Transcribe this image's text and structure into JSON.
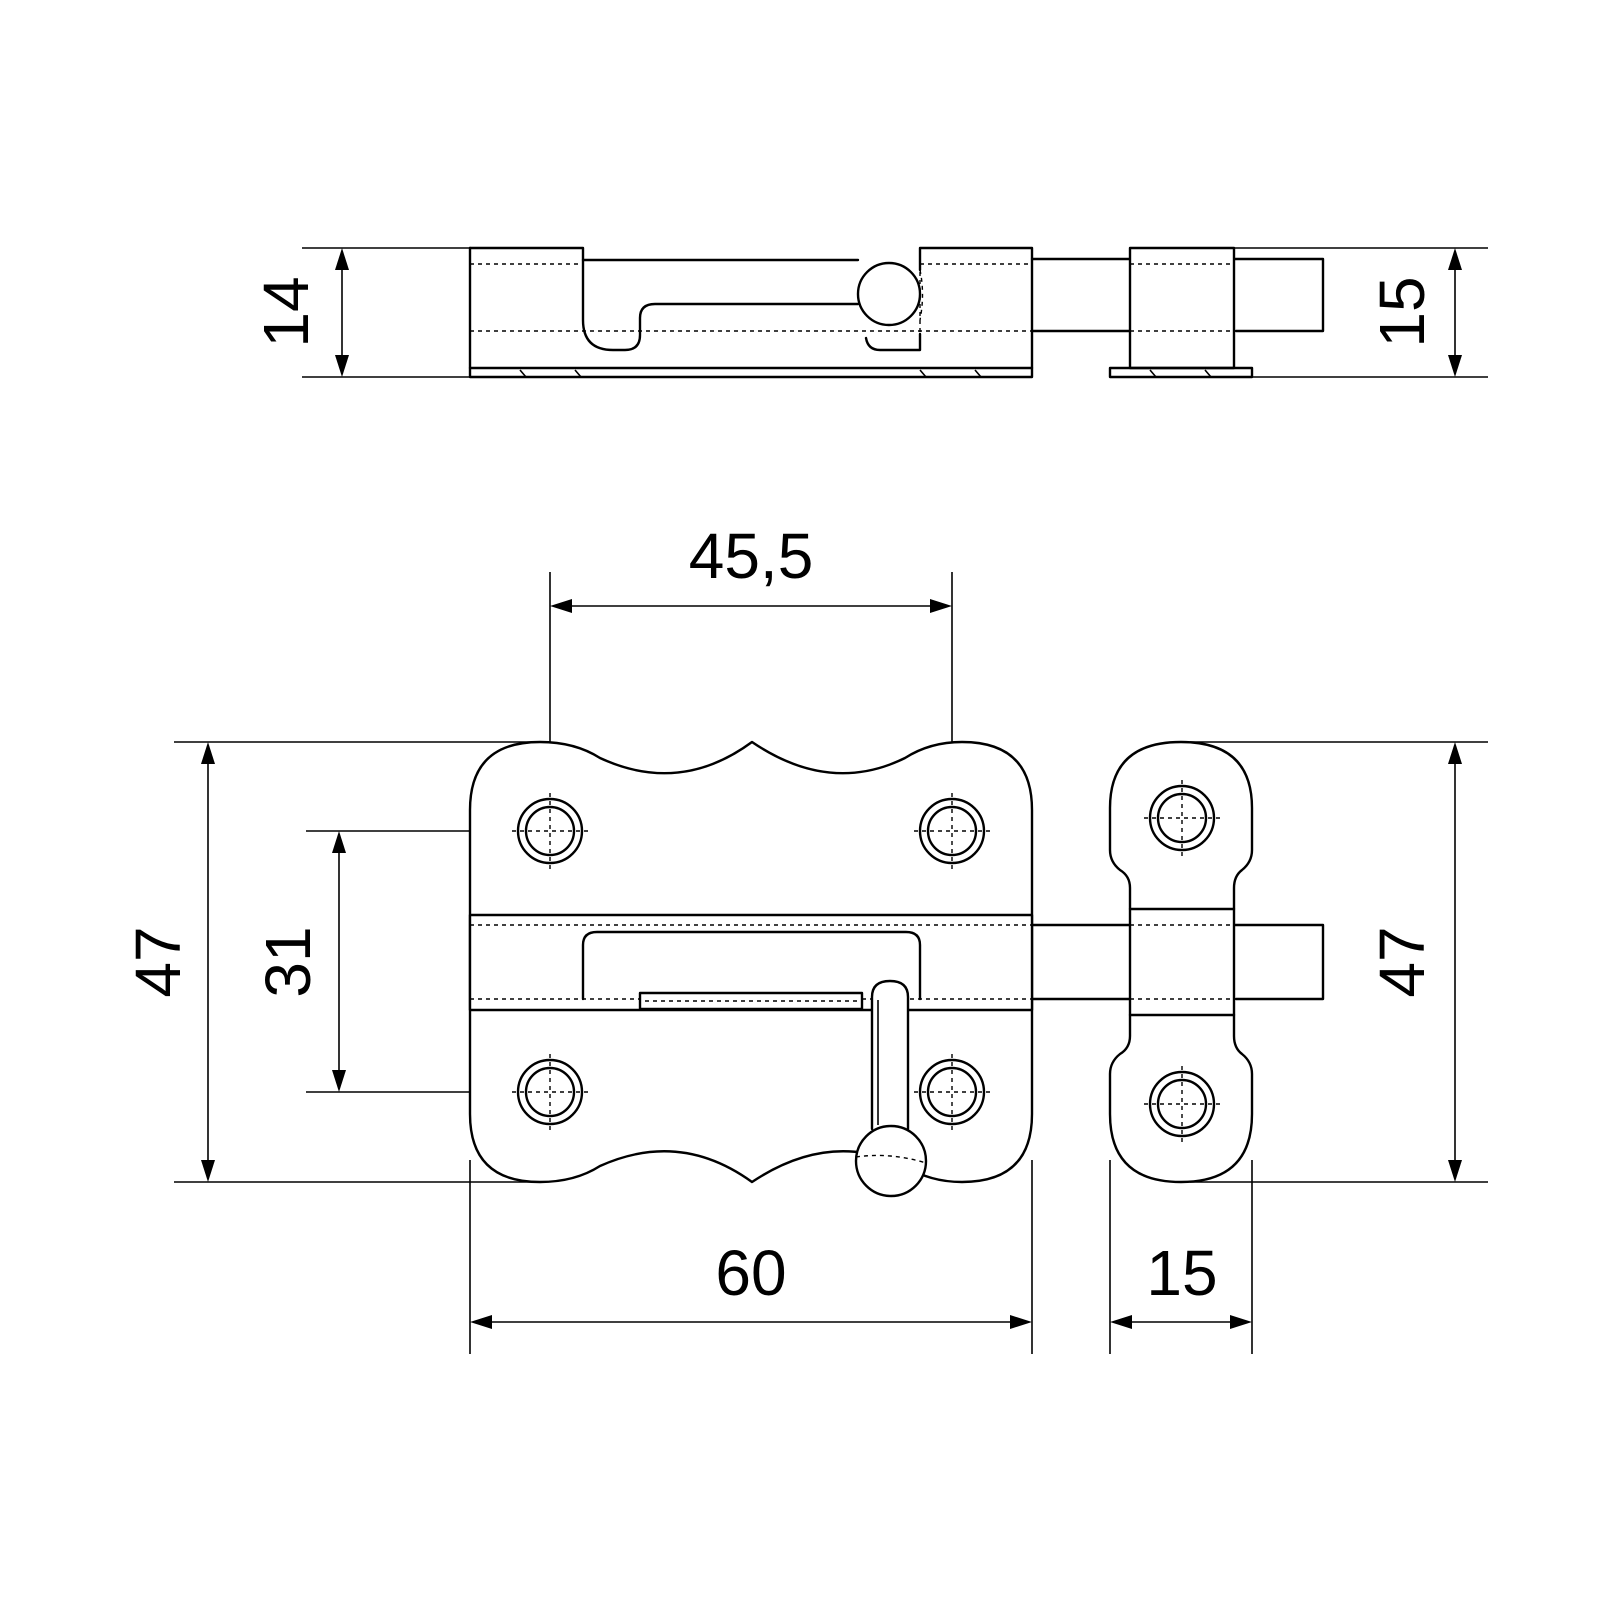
{
  "dimensions": {
    "top_height_left": "14",
    "top_height_right": "15",
    "hole_spacing_horizontal": "45,5",
    "overall_height_left": "47",
    "hole_spacing_vertical": "31",
    "overall_height_right": "47",
    "plate_width": "60",
    "keeper_width": "15"
  },
  "colors": {
    "line": "#000000",
    "background": "#ffffff"
  }
}
